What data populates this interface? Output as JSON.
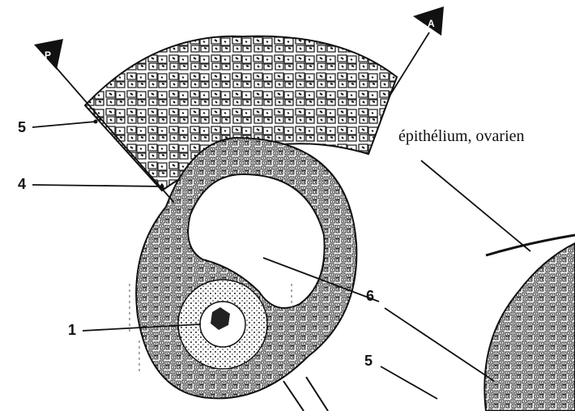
{
  "figure": {
    "caption": "épithélium, ovarien",
    "labels": [
      {
        "id": "label-5-top",
        "text": "5"
      },
      {
        "id": "label-4",
        "text": "4"
      },
      {
        "id": "label-1",
        "text": "1"
      },
      {
        "id": "label-6",
        "text": "6"
      },
      {
        "id": "label-5-bottom",
        "text": "5"
      }
    ],
    "markers": [
      {
        "id": "marker-p",
        "text": "P"
      },
      {
        "id": "marker-a",
        "text": "A"
      }
    ]
  }
}
